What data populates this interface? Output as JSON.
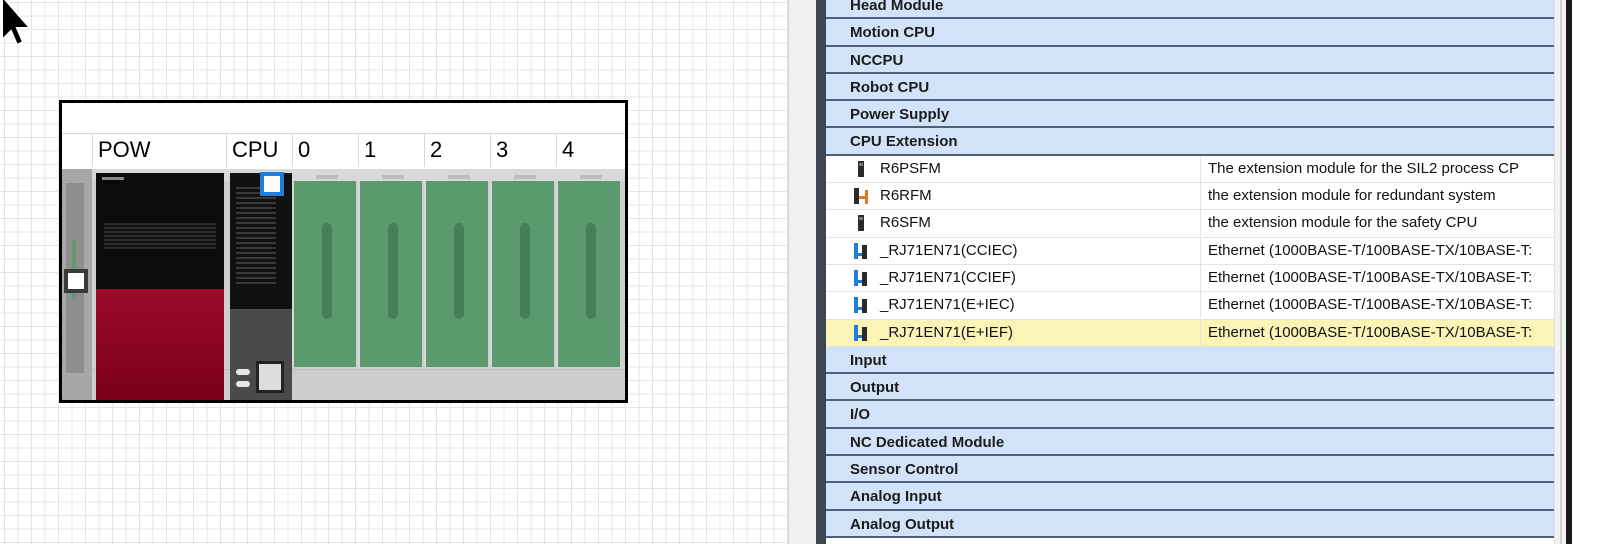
{
  "rack": {
    "slot_headers": [
      "POW",
      "CPU",
      "0",
      "1",
      "2",
      "3",
      "4"
    ]
  },
  "module_list": {
    "categories_before": [
      {
        "label": "Head Module"
      },
      {
        "label": "Motion CPU"
      },
      {
        "label": "NCCPU"
      },
      {
        "label": "Robot CPU"
      },
      {
        "label": "Power Supply"
      },
      {
        "label": "CPU Extension"
      }
    ],
    "items": [
      {
        "name": "R6PSFM",
        "description": "The extension module for the SIL2 process CP",
        "icon": "module-black-icon",
        "selected": false
      },
      {
        "name": "R6RFM",
        "description": "the extension module for redundant system",
        "icon": "module-orange-icon",
        "selected": false
      },
      {
        "name": "R6SFM",
        "description": "the extension module for the safety CPU",
        "icon": "module-black-icon",
        "selected": false
      },
      {
        "name": "_RJ71EN71(CCIEC)",
        "description": "Ethernet (1000BASE-T/100BASE-TX/10BASE-T:",
        "icon": "module-blue-icon",
        "selected": false
      },
      {
        "name": "_RJ71EN71(CCIEF)",
        "description": "Ethernet (1000BASE-T/100BASE-TX/10BASE-T:",
        "icon": "module-blue-icon",
        "selected": false
      },
      {
        "name": "_RJ71EN71(E+IEC)",
        "description": "Ethernet (1000BASE-T/100BASE-TX/10BASE-T:",
        "icon": "module-blue-icon",
        "selected": false
      },
      {
        "name": "_RJ71EN71(E+IEF)",
        "description": "Ethernet (1000BASE-T/100BASE-TX/10BASE-T:",
        "icon": "module-blue-icon",
        "selected": true
      }
    ],
    "categories_after": [
      {
        "label": "Input"
      },
      {
        "label": "Output"
      },
      {
        "label": "I/O"
      },
      {
        "label": "NC Dedicated Module"
      },
      {
        "label": "Sensor Control"
      },
      {
        "label": "Analog Input"
      },
      {
        "label": "Analog Output"
      }
    ]
  },
  "colors": {
    "category_bg": "#d2e3f9",
    "selected_row_bg": "#fcf4b6",
    "module_green": "#5a9a6d",
    "power_red": "#9b0a2a",
    "selection_blue": "#1e7fd8"
  }
}
